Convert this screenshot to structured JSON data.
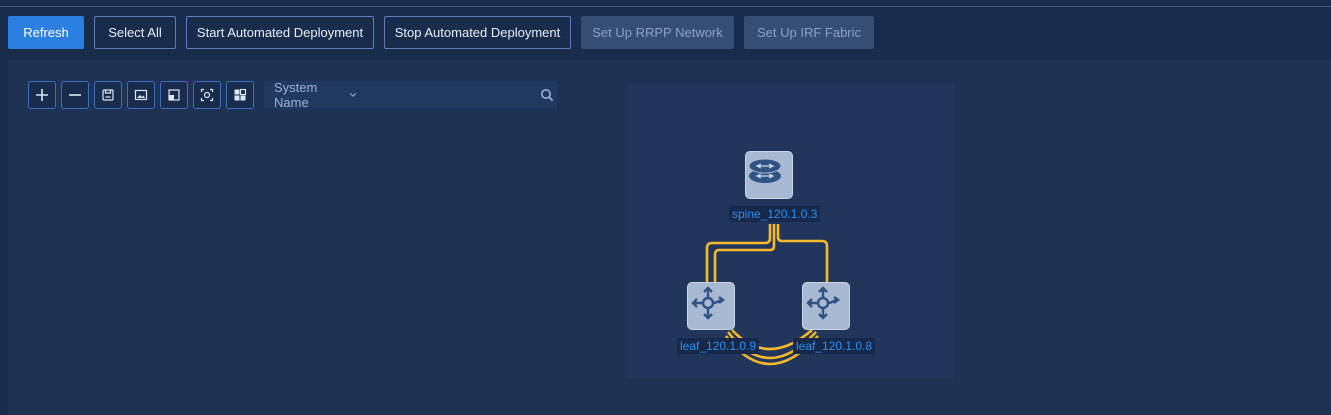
{
  "toolbar": {
    "refresh": "Refresh",
    "select_all": "Select All",
    "start_deploy": "Start Automated Deployment",
    "stop_deploy": "Stop Automated Deployment",
    "setup_rrpp": "Set Up RRPP Network",
    "setup_irf": "Set Up IRF Fabric"
  },
  "topology_tools": [
    "zoom-in",
    "zoom-out",
    "save",
    "export-image",
    "fit",
    "locate",
    "layout"
  ],
  "search": {
    "field_option": "System Name",
    "value": "",
    "placeholder": ""
  },
  "topology": {
    "nodes": [
      {
        "name": "spine_120.1.0.3",
        "type": "spine-switch"
      },
      {
        "name": "leaf_120.1.0.9",
        "type": "leaf-switch"
      },
      {
        "name": "leaf_120.1.0.8",
        "type": "leaf-switch"
      }
    ],
    "link_color": "#f5b92a"
  },
  "colors": {
    "primary": "#2b7fe0",
    "background": "#1a2c4c",
    "label": "#2f8ef0"
  }
}
